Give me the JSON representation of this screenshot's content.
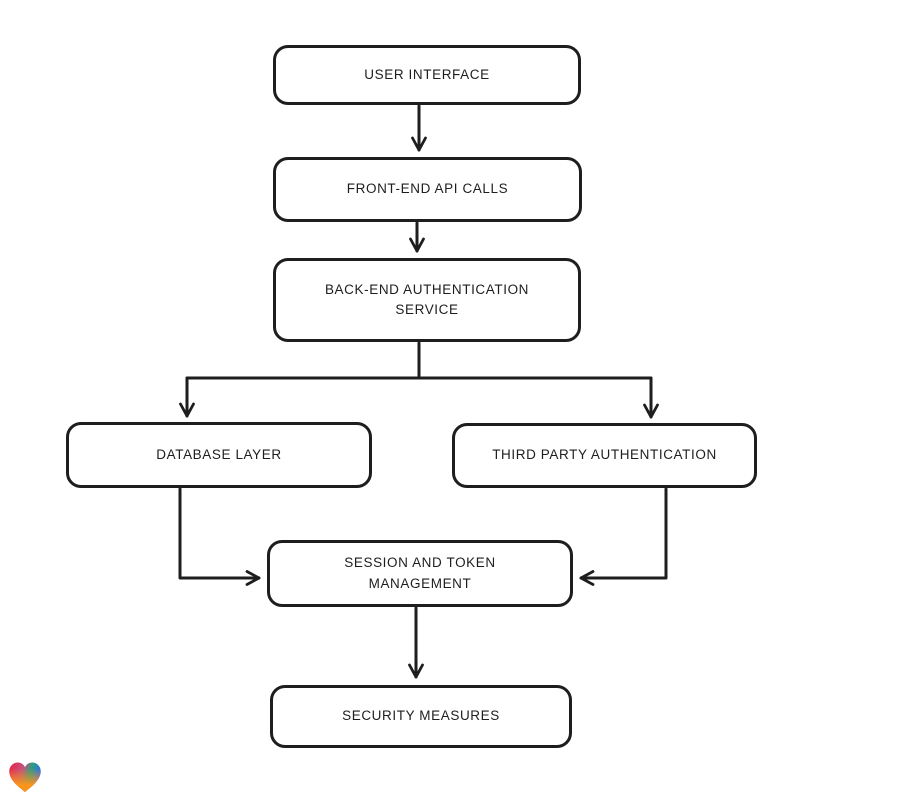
{
  "diagram": {
    "type": "flowchart",
    "style": "hand-drawn",
    "stroke_color": "#1e1e1e",
    "background_color": "#ffffff",
    "nodes": [
      {
        "id": "user-interface",
        "label": "USER INTERFACE"
      },
      {
        "id": "front-end-api-calls",
        "label": "FRONT-END API CALLS"
      },
      {
        "id": "back-end-authentication-service",
        "label": "BACK-END AUTHENTICATION SERVICE"
      },
      {
        "id": "database-layer",
        "label": "DATABASE LAYER"
      },
      {
        "id": "third-party-authentication",
        "label": "THIRD PARTY AUTHENTICATION"
      },
      {
        "id": "session-and-token-management",
        "label": "SESSION AND TOKEN MANAGEMENT"
      },
      {
        "id": "security-measures",
        "label": "SECURITY MEASURES"
      }
    ],
    "edges": [
      {
        "from": "user-interface",
        "to": "front-end-api-calls"
      },
      {
        "from": "front-end-api-calls",
        "to": "back-end-authentication-service"
      },
      {
        "from": "back-end-authentication-service",
        "to": "database-layer"
      },
      {
        "from": "back-end-authentication-service",
        "to": "third-party-authentication"
      },
      {
        "from": "database-layer",
        "to": "session-and-token-management"
      },
      {
        "from": "third-party-authentication",
        "to": "session-and-token-management"
      },
      {
        "from": "session-and-token-management",
        "to": "security-measures"
      }
    ]
  },
  "badge": {
    "icon": "gradient-heart-icon",
    "colors": {
      "red": "#ee1f45",
      "blue": "#2e6bf0",
      "teal": "#29a07e",
      "orange": "#f9941d"
    }
  }
}
